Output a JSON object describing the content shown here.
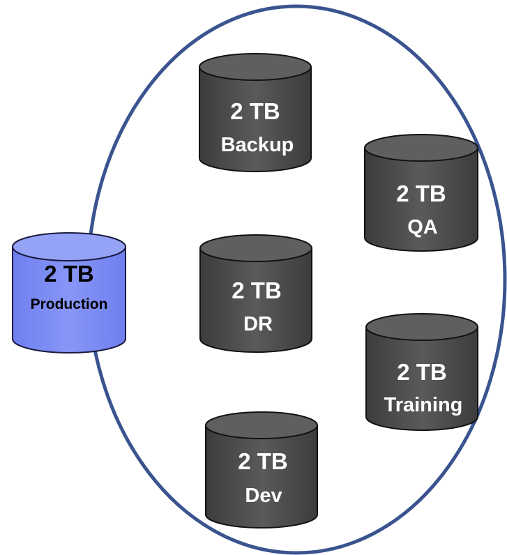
{
  "diagram": {
    "colors": {
      "ellipse_stroke": "#3a5490",
      "copy_fill": "#4d4d4d",
      "copy_top": "#5f5f5f",
      "production_fill": "#7f8ef2",
      "production_top": "#95a3f7"
    },
    "production": {
      "size": "2 TB",
      "label": "Production"
    },
    "copies": [
      {
        "size": "2 TB",
        "label": "Backup"
      },
      {
        "size": "2 TB",
        "label": "QA"
      },
      {
        "size": "2 TB",
        "label": "DR"
      },
      {
        "size": "2 TB",
        "label": "Training"
      },
      {
        "size": "2 TB",
        "label": "Dev"
      }
    ]
  }
}
